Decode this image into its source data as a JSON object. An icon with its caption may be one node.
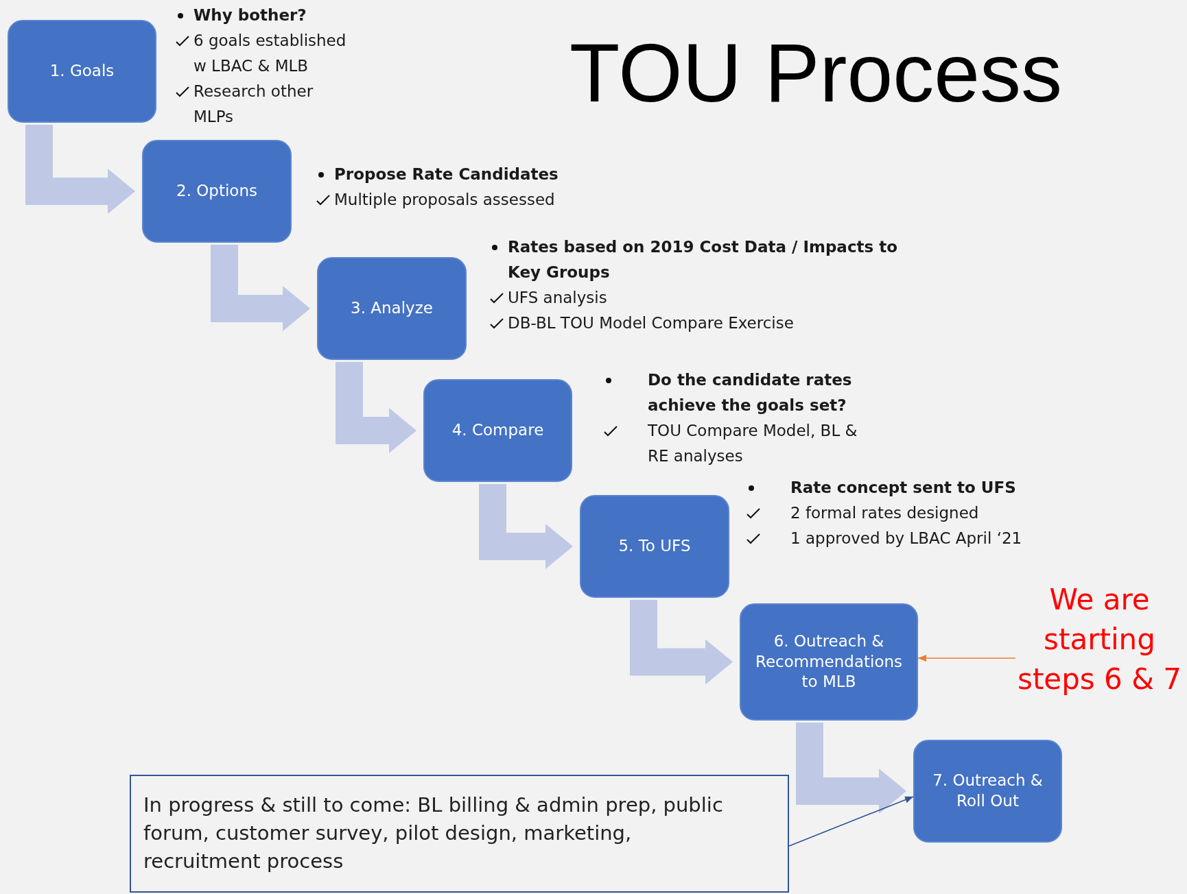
{
  "diagram": {
    "title": "TOU Process",
    "nodes": [
      {
        "text": [
          "1. Goals"
        ],
        "beside": [
          "Why bother?",
          "6 goals established w LBAC & MLB",
          "Research other MLPs"
        ]
      },
      {
        "text": [
          "2. Options"
        ],
        "beside": [
          "Propose Rate Candidates",
          "Multiple proposals assessed"
        ]
      },
      {
        "text": [
          "3. Analyze"
        ],
        "beside": [
          "Rates based on 2019 Cost Data / Impacts to Key Groups",
          "UFS analysis",
          "DB-BL TOU Model Compare Exercise"
        ]
      },
      {
        "text": [
          "4. Compare"
        ],
        "beside": [
          "Do the candidate rates achieve the goals set?",
          "TOU Compare Model, BL & RE analyses"
        ]
      },
      {
        "text": [
          "5. To UFS"
        ],
        "beside": [
          "Rate concept sent to UFS",
          "2 formal rates designed",
          "1 approved by LBAC April ‘21"
        ]
      },
      {
        "text": [
          "6. Outreach & Recommendations to MLB"
        ]
      },
      {
        "text": [
          "7. Outreach & Roll Out"
        ]
      },
      {
        "text": [
          "We are starting steps 6 & 7"
        ]
      },
      {
        "text": [
          "In progress & still to come: BL billing & admin prep, public forum, customer survey, pilot design, marketing, recruitment process"
        ]
      }
    ],
    "edges": [
      {
        "from": 0,
        "to": 1,
        "arrow": "to"
      },
      {
        "from": 1,
        "to": 2,
        "arrow": "to"
      },
      {
        "from": 2,
        "to": 3,
        "arrow": "to"
      },
      {
        "from": 3,
        "to": 4,
        "arrow": "to"
      },
      {
        "from": 4,
        "to": 5,
        "arrow": "to"
      },
      {
        "from": 5,
        "to": 6,
        "arrow": "to"
      },
      {
        "from": 7,
        "to": 5,
        "arrow": "to",
        "color": "#ed7d31"
      },
      {
        "from": 8,
        "to": 6,
        "arrow": "to",
        "color": "#2f5597"
      }
    ]
  }
}
